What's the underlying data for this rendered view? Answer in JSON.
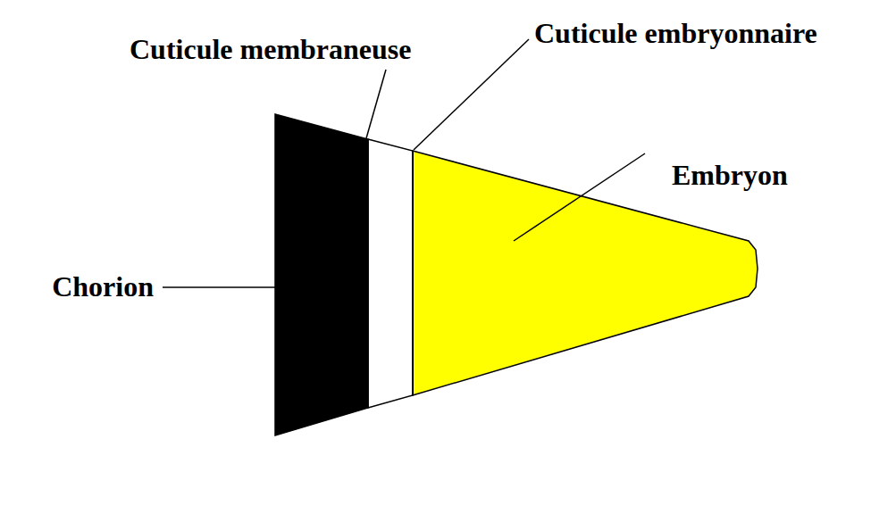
{
  "diagram": {
    "labels": [
      "Cuticule membraneuse",
      "Cuticule embryonnaire",
      "Embryon",
      "Chorion"
    ]
  }
}
